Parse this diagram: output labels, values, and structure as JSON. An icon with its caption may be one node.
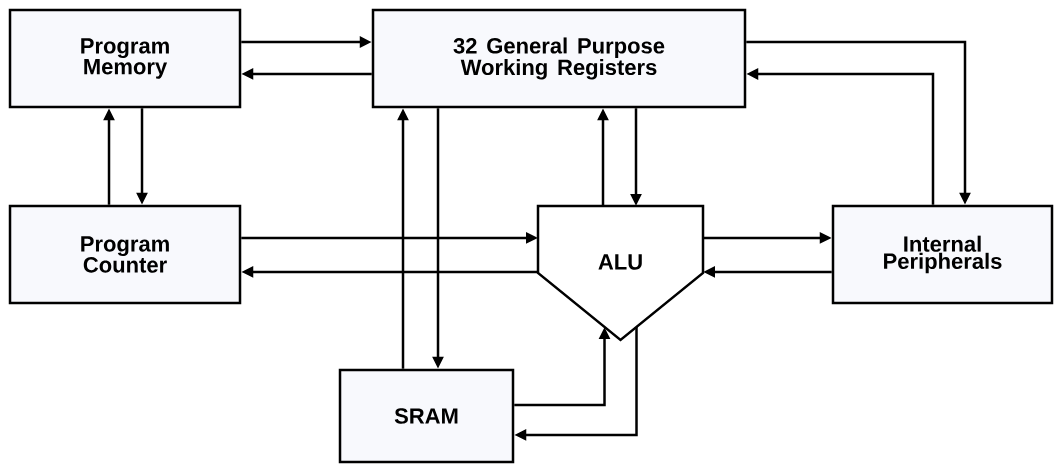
{
  "diagram": {
    "nodes": [
      {
        "text": [
          "Program Memory"
        ]
      },
      {
        "text": [
          "32 General Purpose Working Registers"
        ]
      },
      {
        "text": [
          "Program Counter"
        ]
      },
      {
        "text": [
          "ALU"
        ]
      },
      {
        "text": [
          "Internal Peripherals"
        ]
      },
      {
        "text": [
          "SRAM"
        ]
      }
    ],
    "edges": [
      {
        "from": 0,
        "to": 1,
        "arrow": "to"
      },
      {
        "from": 1,
        "to": 0,
        "arrow": "to"
      },
      {
        "from": 2,
        "to": 0,
        "arrow": "to"
      },
      {
        "from": 0,
        "to": 2,
        "arrow": "to"
      },
      {
        "from": 2,
        "to": 3,
        "arrow": "to"
      },
      {
        "from": 3,
        "to": 2,
        "arrow": "to"
      },
      {
        "from": 3,
        "to": 1,
        "arrow": "to"
      },
      {
        "from": 1,
        "to": 3,
        "arrow": "to"
      },
      {
        "from": 3,
        "to": 4,
        "arrow": "to"
      },
      {
        "from": 4,
        "to": 3,
        "arrow": "to"
      },
      {
        "from": 1,
        "to": 4,
        "arrow": "to"
      },
      {
        "from": 4,
        "to": 1,
        "arrow": "to"
      },
      {
        "from": 5,
        "to": 1,
        "arrow": "to"
      },
      {
        "from": 1,
        "to": 5,
        "arrow": "to"
      },
      {
        "from": 5,
        "to": 3,
        "arrow": "to"
      },
      {
        "from": 3,
        "to": 5,
        "arrow": "to"
      }
    ]
  }
}
